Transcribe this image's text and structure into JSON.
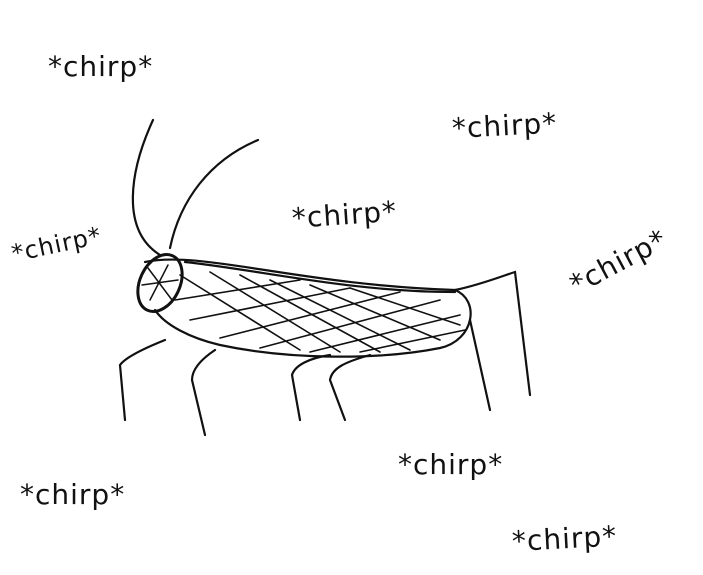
{
  "sketch": {
    "stroke_color": "#111111",
    "background": "#ffffff",
    "chirps": [
      "*chirp*",
      "*chirp*",
      "*chirp*",
      "*chirp*",
      "*chirp*",
      "*chirp*",
      "*chirp*",
      "*chirp*"
    ]
  }
}
